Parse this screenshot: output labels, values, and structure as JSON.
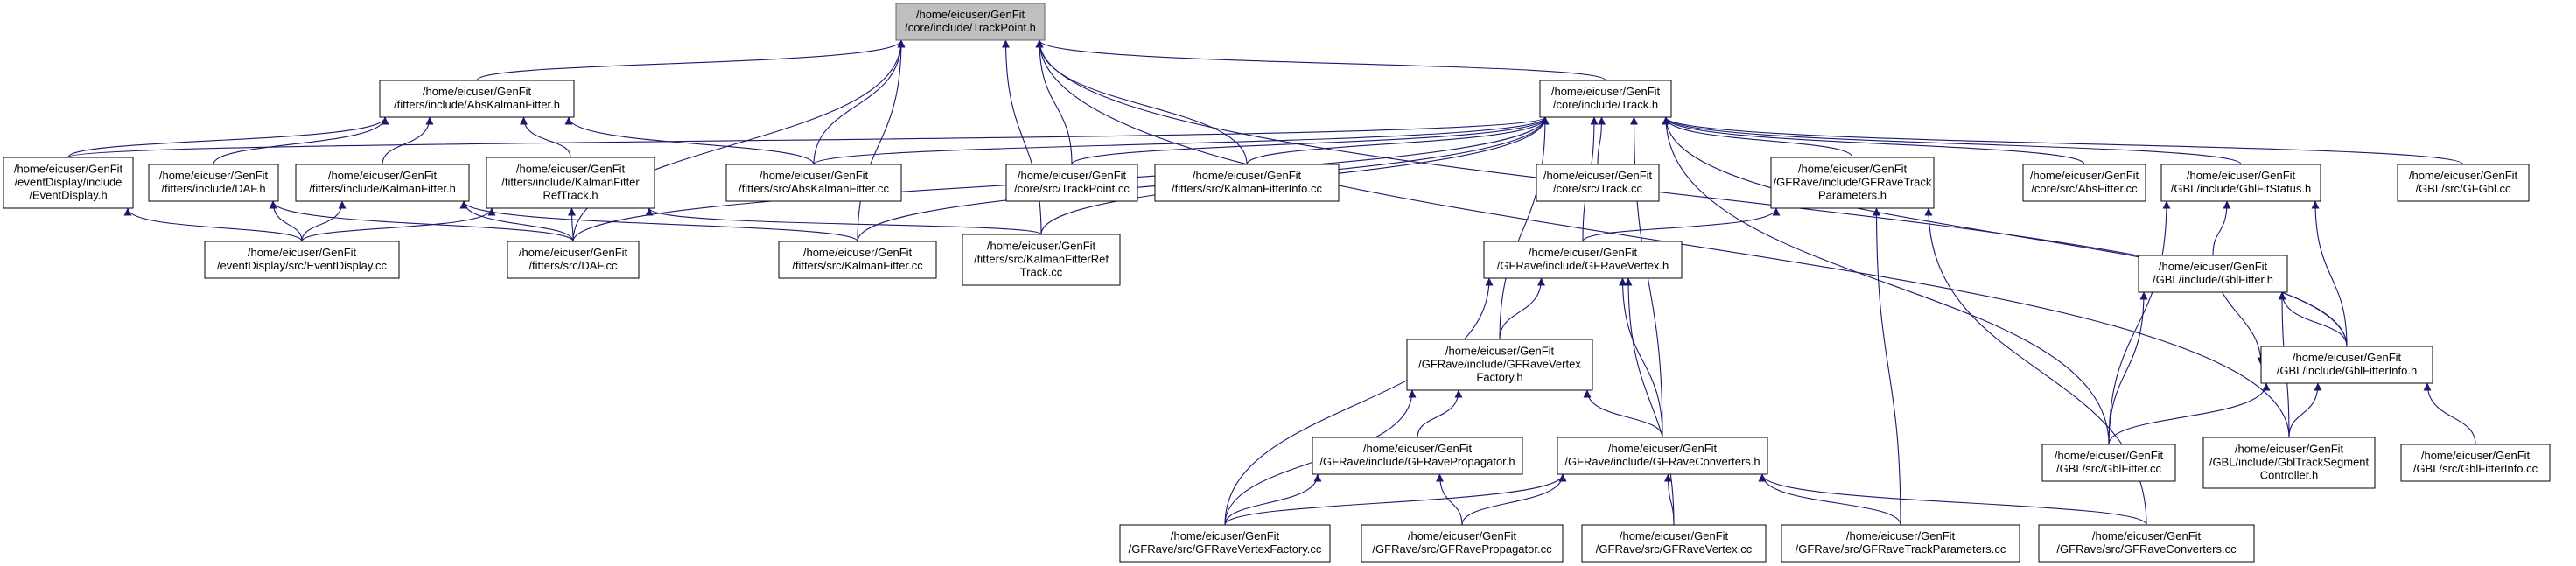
{
  "graph": {
    "edge_color": "#191970",
    "root_fill": "#bfbfbf",
    "nodes": [
      {
        "id": "trackpoint_h",
        "root": true,
        "lines": [
          "/home/eicuser/GenFit",
          "/core/include/TrackPoint.h"
        ]
      },
      {
        "id": "abskalmanfitter_h",
        "lines": [
          "/home/eicuser/GenFit",
          "/fitters/include/AbsKalmanFitter.h"
        ]
      },
      {
        "id": "track_h",
        "lines": [
          "/home/eicuser/GenFit",
          "/core/include/Track.h"
        ]
      },
      {
        "id": "eventdisplay_h",
        "lines": [
          "/home/eicuser/GenFit",
          "/eventDisplay/include",
          "/EventDisplay.h"
        ]
      },
      {
        "id": "daf_h",
        "lines": [
          "/home/eicuser/GenFit",
          "/fitters/include/DAF.h"
        ]
      },
      {
        "id": "kalmanfitter_h",
        "lines": [
          "/home/eicuser/GenFit",
          "/fitters/include/KalmanFitter.h"
        ]
      },
      {
        "id": "kalmanfitterreftrack_h",
        "lines": [
          "/home/eicuser/GenFit",
          "/fitters/include/KalmanFitter",
          "RefTrack.h"
        ]
      },
      {
        "id": "abskalmanfitter_cc",
        "lines": [
          "/home/eicuser/GenFit",
          "/fitters/src/AbsKalmanFitter.cc"
        ]
      },
      {
        "id": "trackpoint_cc",
        "lines": [
          "/home/eicuser/GenFit",
          "/core/src/TrackPoint.cc"
        ]
      },
      {
        "id": "kalmanfitterinfo_cc",
        "lines": [
          "/home/eicuser/GenFit",
          "/fitters/src/KalmanFitterInfo.cc"
        ]
      },
      {
        "id": "track_cc",
        "lines": [
          "/home/eicuser/GenFit",
          "/core/src/Track.cc"
        ]
      },
      {
        "id": "gfravetrackparameters_h",
        "lines": [
          "/home/eicuser/GenFit",
          "/GFRave/include/GFRaveTrack",
          "Parameters.h"
        ]
      },
      {
        "id": "absfitter_cc",
        "lines": [
          "/home/eicuser/GenFit",
          "/core/src/AbsFitter.cc"
        ]
      },
      {
        "id": "gblfitstatus_h",
        "lines": [
          "/home/eicuser/GenFit",
          "/GBL/include/GblFitStatus.h"
        ]
      },
      {
        "id": "gfgbl_cc",
        "lines": [
          "/home/eicuser/GenFit",
          "/GBL/src/GFGbl.cc"
        ]
      },
      {
        "id": "eventdisplay_cc",
        "lines": [
          "/home/eicuser/GenFit",
          "/eventDisplay/src/EventDisplay.cc"
        ]
      },
      {
        "id": "daf_cc",
        "lines": [
          "/home/eicuser/GenFit",
          "/fitters/src/DAF.cc"
        ]
      },
      {
        "id": "kalmanfitter_cc",
        "lines": [
          "/home/eicuser/GenFit",
          "/fitters/src/KalmanFitter.cc"
        ]
      },
      {
        "id": "kalmanfitterreftrack_cc",
        "lines": [
          "/home/eicuser/GenFit",
          "/fitters/src/KalmanFitterRef",
          "Track.cc"
        ]
      },
      {
        "id": "gfravevertex_h",
        "lines": [
          "/home/eicuser/GenFit",
          "/GFRave/include/GFRaveVertex.h"
        ]
      },
      {
        "id": "gblfitter_h",
        "lines": [
          "/home/eicuser/GenFit",
          "/GBL/include/GblFitter.h"
        ]
      },
      {
        "id": "gfravevertexfactory_h",
        "lines": [
          "/home/eicuser/GenFit",
          "/GFRave/include/GFRaveVertex",
          "Factory.h"
        ]
      },
      {
        "id": "gblfitterinfo_h",
        "lines": [
          "/home/eicuser/GenFit",
          "/GBL/include/GblFitterInfo.h"
        ]
      },
      {
        "id": "gfravepropagator_h",
        "lines": [
          "/home/eicuser/GenFit",
          "/GFRave/include/GFRavePropagator.h"
        ]
      },
      {
        "id": "gfraveconverters_h",
        "lines": [
          "/home/eicuser/GenFit",
          "/GFRave/include/GFRaveConverters.h"
        ]
      },
      {
        "id": "gblfitter_cc",
        "lines": [
          "/home/eicuser/GenFit",
          "/GBL/src/GblFitter.cc"
        ]
      },
      {
        "id": "gbltracksegmentcontroller_h",
        "lines": [
          "/home/eicuser/GenFit",
          "/GBL/include/GblTrackSegment",
          "Controller.h"
        ]
      },
      {
        "id": "gblfitterinfo_cc",
        "lines": [
          "/home/eicuser/GenFit",
          "/GBL/src/GblFitterInfo.cc"
        ]
      },
      {
        "id": "gfravevertexfactory_cc",
        "lines": [
          "/home/eicuser/GenFit",
          "/GFRave/src/GFRaveVertexFactory.cc"
        ]
      },
      {
        "id": "gfravepropagator_cc",
        "lines": [
          "/home/eicuser/GenFit",
          "/GFRave/src/GFRavePropagator.cc"
        ]
      },
      {
        "id": "gfravevertex_cc",
        "lines": [
          "/home/eicuser/GenFit",
          "/GFRave/src/GFRaveVertex.cc"
        ]
      },
      {
        "id": "gfravetrackparameters_cc",
        "lines": [
          "/home/eicuser/GenFit",
          "/GFRave/src/GFRaveTrackParameters.cc"
        ]
      },
      {
        "id": "gfraveconverters_cc",
        "lines": [
          "/home/eicuser/GenFit",
          "/GFRave/src/GFRaveConverters.cc"
        ]
      }
    ],
    "edges": [
      [
        "abskalmanfitter_h",
        "trackpoint_h"
      ],
      [
        "track_h",
        "trackpoint_h"
      ],
      [
        "daf_cc",
        "trackpoint_h"
      ],
      [
        "abskalmanfitter_cc",
        "trackpoint_h"
      ],
      [
        "kalmanfitter_cc",
        "trackpoint_h"
      ],
      [
        "kalmanfitterreftrack_cc",
        "trackpoint_h"
      ],
      [
        "trackpoint_cc",
        "trackpoint_h"
      ],
      [
        "kalmanfitterinfo_cc",
        "trackpoint_h"
      ],
      [
        "gblfitterinfo_h",
        "trackpoint_h"
      ],
      [
        "gbltracksegmentcontroller_h",
        "trackpoint_h"
      ],
      [
        "eventdisplay_h",
        "abskalmanfitter_h"
      ],
      [
        "daf_h",
        "abskalmanfitter_h"
      ],
      [
        "kalmanfitter_h",
        "abskalmanfitter_h"
      ],
      [
        "kalmanfitterreftrack_h",
        "abskalmanfitter_h"
      ],
      [
        "abskalmanfitter_cc",
        "abskalmanfitter_h"
      ],
      [
        "eventdisplay_h",
        "track_h"
      ],
      [
        "daf_cc",
        "track_h"
      ],
      [
        "abskalmanfitter_cc",
        "track_h"
      ],
      [
        "trackpoint_cc",
        "track_h"
      ],
      [
        "kalmanfitterinfo_cc",
        "track_h"
      ],
      [
        "track_cc",
        "track_h"
      ],
      [
        "gfravetrackparameters_h",
        "track_h"
      ],
      [
        "absfitter_cc",
        "track_h"
      ],
      [
        "gblfitstatus_h",
        "track_h"
      ],
      [
        "gfgbl_cc",
        "track_h"
      ],
      [
        "kalmanfitter_cc",
        "track_h"
      ],
      [
        "kalmanfitterreftrack_cc",
        "track_h"
      ],
      [
        "gfravevertex_h",
        "track_h"
      ],
      [
        "gfravevertexfactory_h",
        "track_h"
      ],
      [
        "gfraveconverters_h",
        "track_h"
      ],
      [
        "gblfitter_cc",
        "track_h"
      ],
      [
        "gblfitterinfo_h",
        "track_h"
      ],
      [
        "eventdisplay_cc",
        "eventdisplay_h"
      ],
      [
        "eventdisplay_cc",
        "daf_h"
      ],
      [
        "daf_cc",
        "daf_h"
      ],
      [
        "eventdisplay_cc",
        "kalmanfitter_h"
      ],
      [
        "daf_cc",
        "kalmanfitter_h"
      ],
      [
        "kalmanfitter_cc",
        "kalmanfitter_h"
      ],
      [
        "eventdisplay_cc",
        "kalmanfitterreftrack_h"
      ],
      [
        "daf_cc",
        "kalmanfitterreftrack_h"
      ],
      [
        "kalmanfitterreftrack_cc",
        "kalmanfitterreftrack_h"
      ],
      [
        "gfravevertex_h",
        "gfravetrackparameters_h"
      ],
      [
        "gfravetrackparameters_cc",
        "gfravetrackparameters_h"
      ],
      [
        "gfraveconverters_cc",
        "gfravetrackparameters_h"
      ],
      [
        "gblfitter_h",
        "gblfitstatus_h"
      ],
      [
        "gblfitterinfo_h",
        "gblfitstatus_h"
      ],
      [
        "gblfitter_cc",
        "gblfitstatus_h"
      ],
      [
        "gfravevertexfactory_h",
        "gfravevertex_h"
      ],
      [
        "gfraveconverters_h",
        "gfravevertex_h"
      ],
      [
        "gfravevertexfactory_cc",
        "gfravevertex_h"
      ],
      [
        "gfravevertex_cc",
        "gfravevertex_h"
      ],
      [
        "gfravepropagator_h",
        "gfravevertexfactory_h"
      ],
      [
        "gfraveconverters_h",
        "gfravevertexfactory_h"
      ],
      [
        "gfravevertexfactory_cc",
        "gfravevertexfactory_h"
      ],
      [
        "gfravevertexfactory_cc",
        "gfravepropagator_h"
      ],
      [
        "gfravepropagator_cc",
        "gfravepropagator_h"
      ],
      [
        "gfravevertexfactory_cc",
        "gfraveconverters_h"
      ],
      [
        "gfravepropagator_cc",
        "gfraveconverters_h"
      ],
      [
        "gfravevertex_cc",
        "gfraveconverters_h"
      ],
      [
        "gfravetrackparameters_cc",
        "gfraveconverters_h"
      ],
      [
        "gfraveconverters_cc",
        "gfraveconverters_h"
      ],
      [
        "gblfitterinfo_h",
        "gblfitter_h"
      ],
      [
        "gblfitter_cc",
        "gblfitter_h"
      ],
      [
        "gbltracksegmentcontroller_h",
        "gblfitter_h"
      ],
      [
        "gblfitter_h",
        "gblfitterinfo_h"
      ],
      [
        "gblfitter_cc",
        "gblfitterinfo_h"
      ],
      [
        "gbltracksegmentcontroller_h",
        "gblfitterinfo_h"
      ],
      [
        "gblfitterinfo_cc",
        "gblfitterinfo_h"
      ]
    ]
  }
}
